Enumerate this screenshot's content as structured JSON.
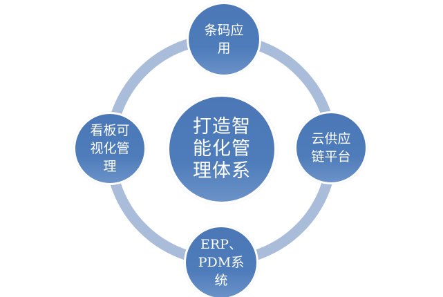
{
  "diagram": {
    "type": "cycle",
    "center": {
      "label": "打造智能化管理体系",
      "text": "打造智\n能化管\n理体系"
    },
    "nodes": [
      {
        "id": "top",
        "label": "条码应用",
        "text": "条码应\n用"
      },
      {
        "id": "right",
        "label": "云供应链平台",
        "text": "云供应\n链平台"
      },
      {
        "id": "bottom",
        "label": "ERP、PDM系统",
        "text": "ERP、\nPDM系\n统"
      },
      {
        "id": "left",
        "label": "看板可视化管理",
        "text": "看板可\n视化管\n理"
      }
    ],
    "colors": {
      "node_fill": "#4e7cba",
      "node_fill_top": "#4b77b6",
      "node_fill_bottom": "#6b92c8",
      "node_border": "#ffffff",
      "ring": "#a9bcd9",
      "text": "#ffffff"
    }
  }
}
